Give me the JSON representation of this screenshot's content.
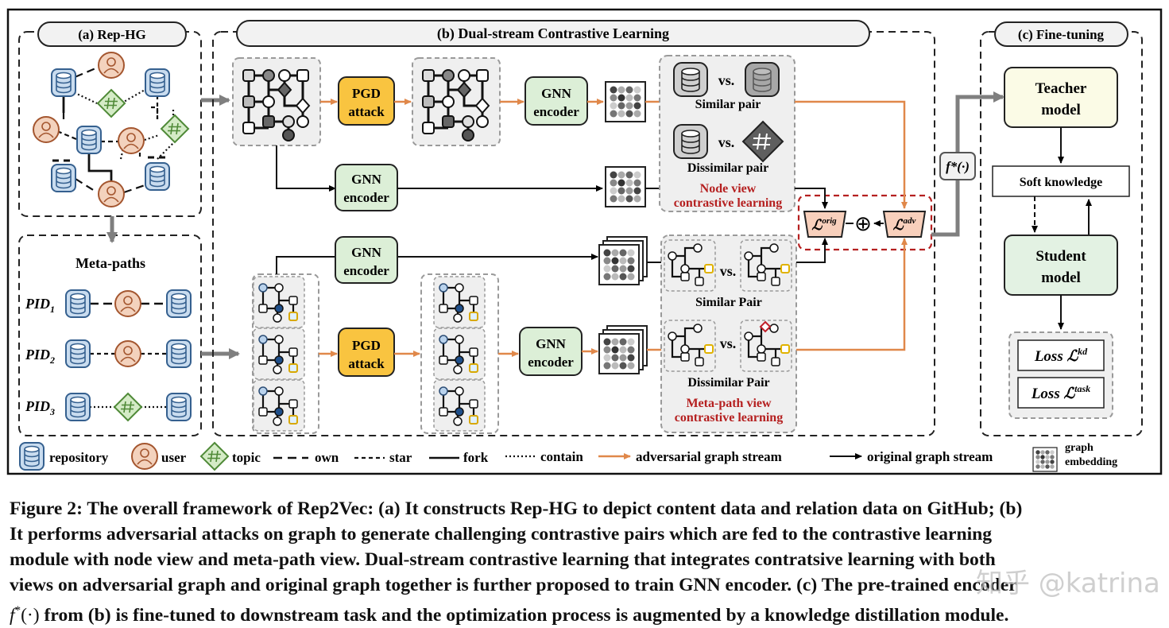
{
  "panels": {
    "a": {
      "title": "(a) Rep-HG"
    },
    "b": {
      "title": "(b) Dual-stream Contrastive Learning"
    },
    "c": {
      "title": "(c) Fine-tuning"
    }
  },
  "rep_hg": {
    "meta_paths_title": "Meta-paths",
    "paths": [
      {
        "name": "PID",
        "sub": "1"
      },
      {
        "name": "PID",
        "sub": "2"
      },
      {
        "name": "PID",
        "sub": "3"
      }
    ]
  },
  "dual_stream": {
    "pgd_line1": "PGD",
    "pgd_line2": "attack",
    "gnn_line1": "GNN",
    "gnn_line2": "encoder",
    "vs": "vs.",
    "similar_pair_node": "Similar pair",
    "dissimilar_pair_node": "Dissimilar pair",
    "node_view_line1": "Node view",
    "node_view_line2": "contrastive learning",
    "similar_pair_meta": "Similar Pair",
    "dissimilar_pair_meta": "Dissimilar Pair",
    "meta_view_line1": "Meta-path view",
    "meta_view_line2": "contrastive learning",
    "loss_orig_sup": "orig",
    "loss_adv_sup": "adv",
    "loss_symbol": "ℒ",
    "oplus": "⊕",
    "f_star": "f*(·)"
  },
  "fine_tuning": {
    "teacher_line1": "Teacher",
    "teacher_line2": "model",
    "soft_knowledge": "Soft knowledge",
    "student_line1": "Student",
    "student_line2": "model",
    "loss_prefix": "Loss ",
    "loss_symbol": "ℒ",
    "loss_kd_sup": "kd",
    "loss_task_sup": "task"
  },
  "legend": {
    "repository": "repository",
    "user": "user",
    "topic": "topic",
    "own": "own",
    "star": "star",
    "fork": "fork",
    "contain": "contain",
    "adversarial": "adversarial graph stream",
    "original": "original graph stream",
    "graph": "graph",
    "embedding": "embedding"
  },
  "caption": {
    "line1": "Figure 2: The overall framework of Rep2Vec: (a) It constructs Rep-HG to depict content data and relation data on GitHub; (b)",
    "line2": "It performs adversarial attacks on graph to generate challenging contrastive pairs which are fed to the contrastive learning",
    "line3": "module with node view and meta-path view. Dual-stream contrastive learning that integrates contratsive learning with both",
    "line4": "views on adversarial graph and original graph together is further proposed to train GNN encoder. (c) The pre-trained encoder",
    "line5_f": "f",
    "line5_star": "*",
    "line5_paren": "(·)",
    "line5_rest": " from (b) is fine-tuned to downstream task and the optimization process is augmented by a knowledge distillation module."
  },
  "watermark": "知乎 @katrina",
  "colors": {
    "repo_fill": "#c9dcef",
    "repo_stroke": "#35608f",
    "user_fill": "#f3d2bd",
    "user_stroke": "#a4562f",
    "topic_fill": "#d4ebc6",
    "topic_stroke": "#4f8a37",
    "pgd_fill": "#f9c440",
    "gnn_fill": "#dcefd7",
    "teacher_fill": "#fbfbe6",
    "student_fill": "#e3f2e3",
    "loss_fill": "#f8d0bc",
    "accent_red": "#b52020",
    "adv_orange": "#e0884a",
    "panel_gray": "#efefef"
  }
}
